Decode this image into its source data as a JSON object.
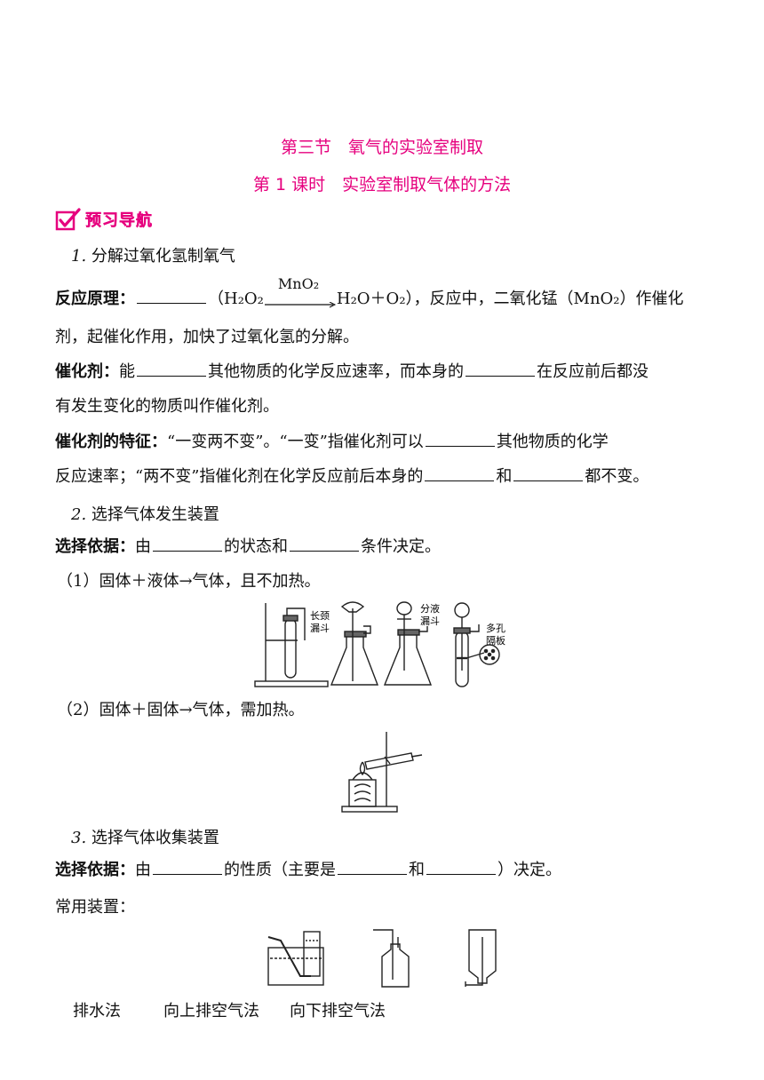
{
  "heading": {
    "section_title": "第三节　氧气的实验室制取",
    "lesson_title": "第 1 课时　实验室制取气体的方法",
    "badge": "预习导航"
  },
  "part1": {
    "heading_num": "1.",
    "heading_text": "分解过氧化氢制氧气",
    "principle_label": "反应原理：",
    "principle_after_blank": "（H₂O₂",
    "catalyst_formula": "MnO₂",
    "principle_products": "H₂O＋O₂），反应中，二氧化锰（MnO₂）作催化",
    "principle_line2": "剂，起催化作用，加快了过氧化氢的分解。",
    "catalyst_label": "催化剂：",
    "catalyst_text_a": "能",
    "catalyst_text_b": "其他物质的化学反应速率，而本身的",
    "catalyst_text_c": "在反应前后都没",
    "catalyst_line2": "有发生变化的物质叫作催化剂。",
    "feature_label": "催化剂的特征：",
    "feature_text_a": "“一变两不变”。“一变”指催化剂可以",
    "feature_text_b": "其他物质的化学",
    "feature_line2_a": "反应速率；“两不变”指催化剂在化学反应前后本身的",
    "feature_line2_b": "和",
    "feature_line2_c": "都不变。"
  },
  "part2": {
    "heading_num": "2.",
    "heading_text": "选择气体发生装置",
    "basis_label": "选择依据：",
    "basis_a": "由",
    "basis_b": "的状态和",
    "basis_c": "条件决定。",
    "case1": "（1）固体＋液体→气体，且不加热。",
    "case2": "（2）固体＋固体→气体，需加热。",
    "fig_labels": {
      "long_funnel_1": "长颈",
      "long_funnel_2": "漏斗",
      "sep_funnel_1": "分液",
      "sep_funnel_2": "漏斗",
      "plate_1": "多孔",
      "plate_2": "隔板"
    }
  },
  "part3": {
    "heading_num": "3.",
    "heading_text": "选择气体收集装置",
    "basis_label": "选择依据：",
    "basis_a": "由",
    "basis_b": "的性质（主要是",
    "basis_c": "和",
    "basis_d": "）决定。",
    "common_label": "常用装置：",
    "methods": [
      "排水法",
      "向上排空气法",
      "向下排空气法"
    ]
  },
  "colors": {
    "accent": "#e6007e",
    "text": "#111111"
  }
}
